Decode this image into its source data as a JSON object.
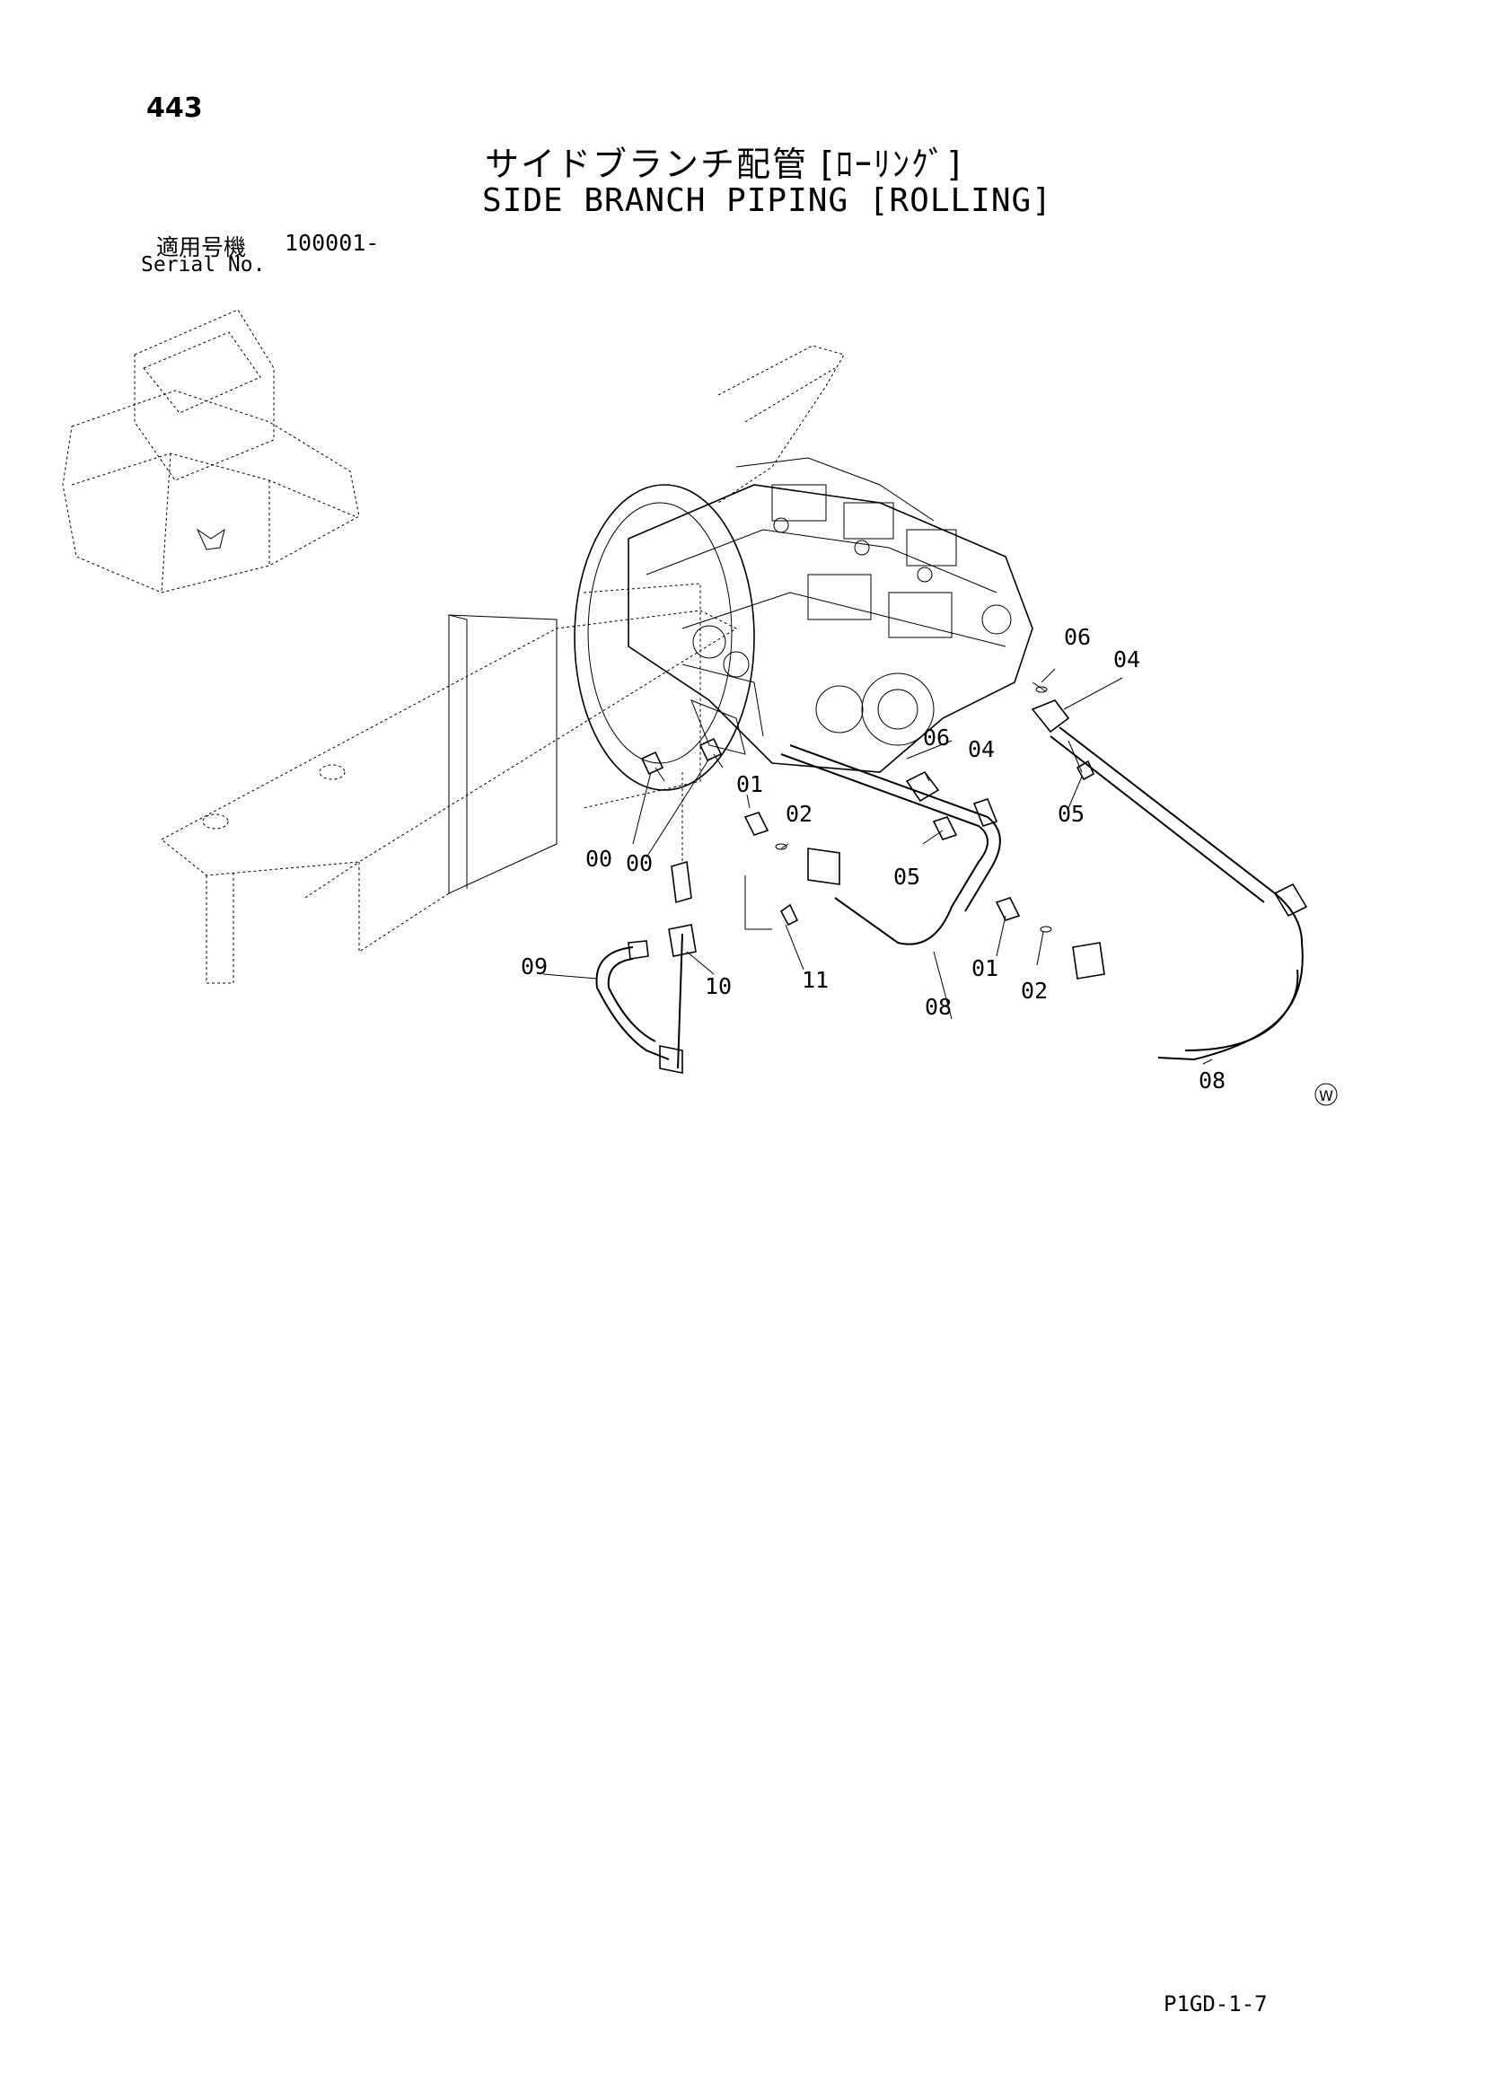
{
  "page": {
    "number": "443",
    "title_jp": "サイドブランチ配管 [ﾛｰﾘﾝｸﾞ]",
    "title_en": "SIDE BRANCH PIPING [ROLLING]",
    "serial_label_jp": "適用号機",
    "serial_label_en": "Serial No.",
    "serial_value": "100001-",
    "footer_code": "P1GD-1-7"
  },
  "diagram": {
    "watermark_symbol": "W",
    "callouts": [
      "00",
      "00",
      "01",
      "01",
      "02",
      "02",
      "04",
      "04",
      "05",
      "05",
      "06",
      "06",
      "08",
      "08",
      "09",
      "10",
      "11"
    ]
  }
}
